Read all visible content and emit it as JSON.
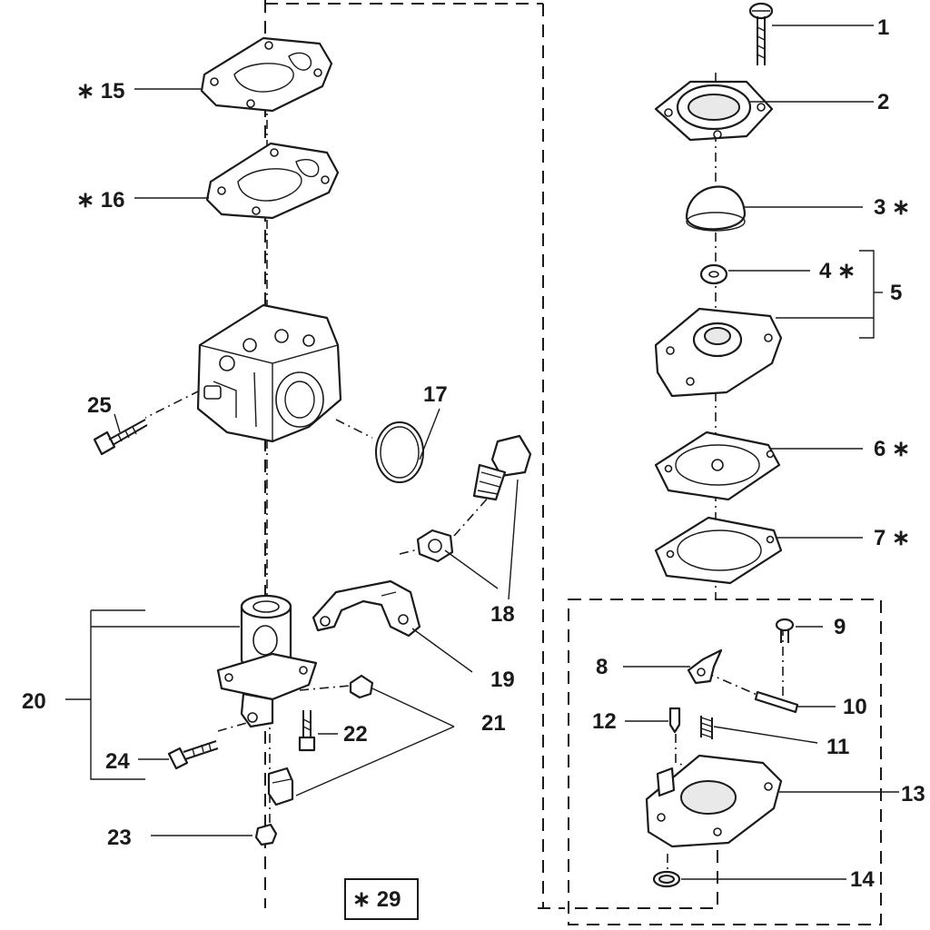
{
  "callouts": {
    "c1": "1",
    "c2": "2",
    "c3": "3 ∗",
    "c4": "4 ∗",
    "c5": "5",
    "c6": "6 ∗",
    "c7": "7 ∗",
    "c8": "8",
    "c9": "9",
    "c10": "10",
    "c11": "11",
    "c12": "12",
    "c13": "13",
    "c14": "14",
    "c15": "∗ 15",
    "c16": "∗ 16",
    "c17": "17",
    "c18": "18",
    "c19": "19",
    "c20": "20",
    "c21": "21",
    "c22": "22",
    "c23": "23",
    "c24": "24",
    "c25": "25",
    "c29": "∗ 29"
  },
  "colors": {
    "ink": "#1a1a1a",
    "paper": "#ffffff"
  }
}
